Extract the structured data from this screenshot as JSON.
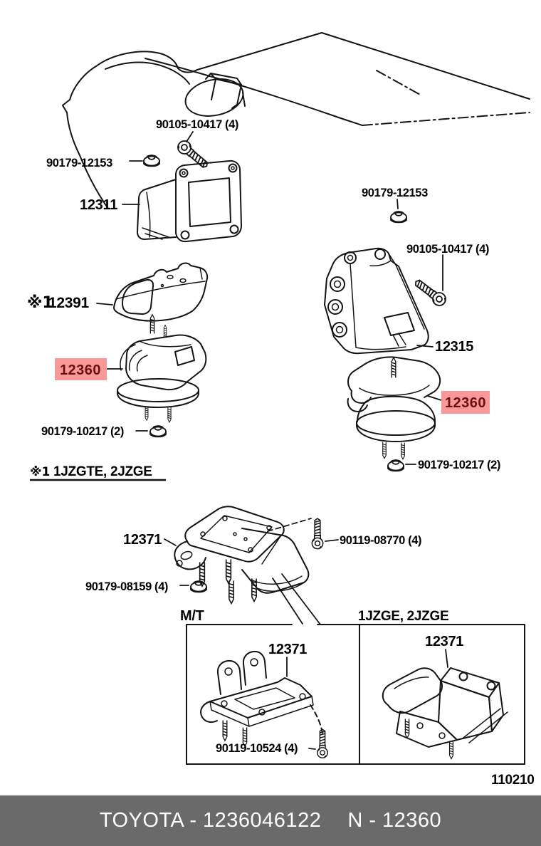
{
  "diagram": {
    "highlight_bg": "#f89898",
    "highlight_text_color": "#6d0f0f",
    "line_color": "#141414",
    "labels": {
      "bolt_top_left": "90105-10417 (4)",
      "nut_top_left": "90179-12153",
      "bracket_front": "12311",
      "nut_right": "90179-12153",
      "bolt_right": "90105-10417 (4)",
      "bracket_rear": "12315",
      "cover_prefix": "※1",
      "cover": "12391",
      "insulator_left": "12360",
      "insulator_right": "12360",
      "nut_insulator_left": "90179-10217 (2)",
      "nut_insulator_right": "90179-10217 (2)",
      "note_prefix": "※1",
      "note_engines": "1JZGTE,  2JZGE",
      "mount_rear": "12371",
      "bolt_rear": "90119-08770 (4)",
      "nut_rear": "90179-08159 (4)",
      "box_left_title": "M/T",
      "box_right_title": "1JZGE, 2JZGE",
      "mount_rear_mt": "12371",
      "mount_rear_at": "12371",
      "bolt_box": "90119-10524 (4)",
      "page_code": "110210"
    }
  },
  "footer": {
    "bg": "#6a6a6a",
    "text_color": "#ffffff",
    "catalog_text": "TOYOTA - 1236046122",
    "part_text": "N - 12360"
  }
}
